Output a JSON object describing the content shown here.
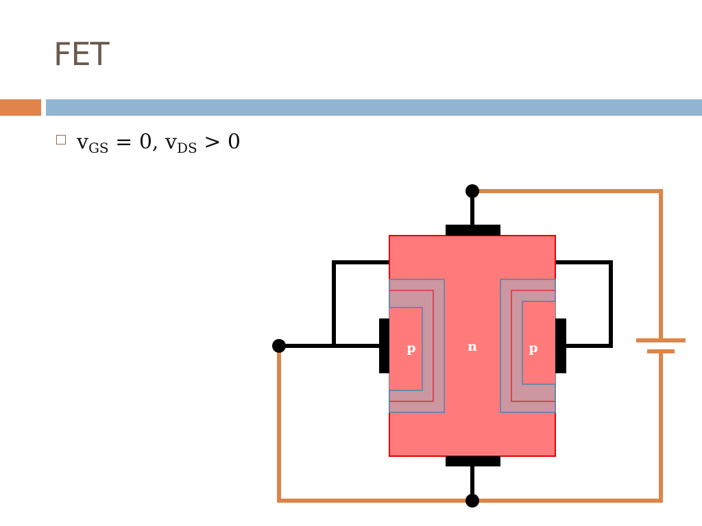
{
  "slide": {
    "title": "FET"
  },
  "bullet": {
    "v1": "v",
    "sub1": "GS",
    "rel1": " = 0, ",
    "v2": "v",
    "sub2": "DS",
    "rel2": " > 0"
  },
  "diagram": {
    "labels": {
      "left_gate_region": "p",
      "channel": "n",
      "right_gate_region": "p"
    },
    "colors": {
      "accent_orange": "#e0844c",
      "accent_blue": "#93b5d4",
      "channel_fill": "#ff7b7b",
      "channel_border": "#e00000",
      "depletion_fill": "#cc97a0",
      "depletion_border": "#6e86a6",
      "circuit_wire": "#dd8549",
      "electrode": "#000000"
    }
  }
}
